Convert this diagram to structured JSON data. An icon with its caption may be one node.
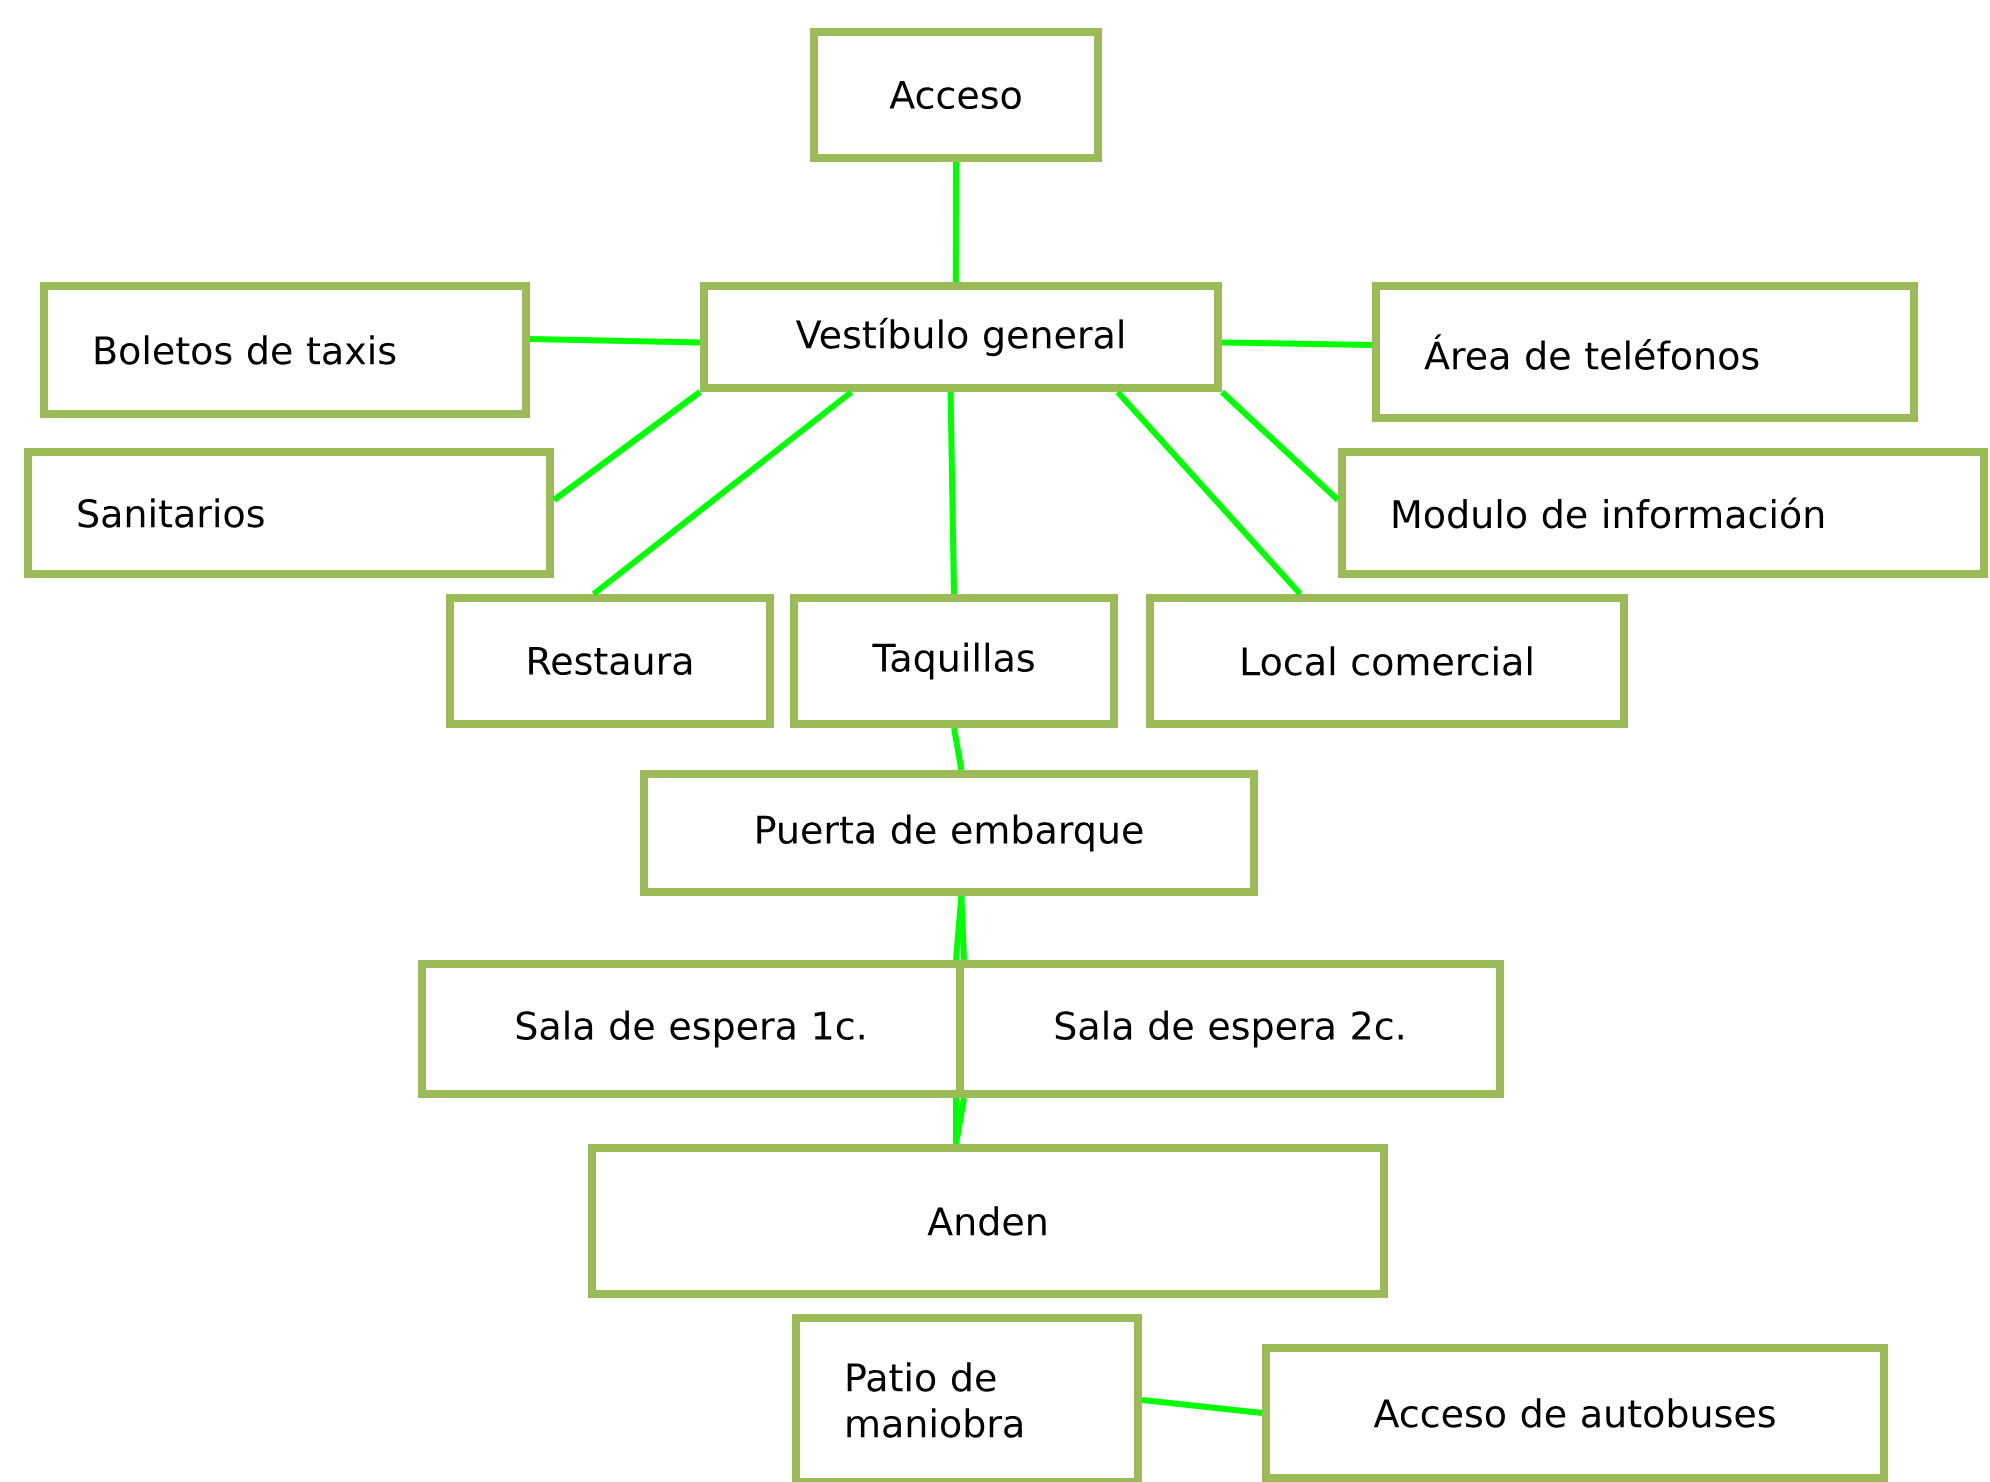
{
  "diagram": {
    "nodes": [
      {
        "text": [
          "Acceso"
        ]
      },
      {
        "text": [
          "Vestíbulo general"
        ]
      },
      {
        "text": [
          "Boletos de taxis"
        ]
      },
      {
        "text": [
          "Área de teléfonos"
        ]
      },
      {
        "text": [
          "Sanitarios"
        ]
      },
      {
        "text": [
          "Modulo de información"
        ]
      },
      {
        "text": [
          "Restaura"
        ]
      },
      {
        "text": [
          "Taquillas"
        ]
      },
      {
        "text": [
          "Local comercial"
        ]
      },
      {
        "text": [
          "Puerta de embarque"
        ]
      },
      {
        "text": [
          "Sala de espera 1c."
        ]
      },
      {
        "text": [
          "Sala de espera 2c."
        ]
      },
      {
        "text": [
          "Anden"
        ]
      },
      {
        "text": [
          "Patio de maniobra"
        ]
      },
      {
        "text": [
          "Acceso de autobuses"
        ]
      }
    ],
    "edges": [
      {
        "from": 0,
        "to": 1,
        "arrow": "none"
      },
      {
        "from": 1,
        "to": 2,
        "arrow": "none"
      },
      {
        "from": 1,
        "to": 4,
        "arrow": "none"
      },
      {
        "from": 1,
        "to": 6,
        "arrow": "none"
      },
      {
        "from": 1,
        "to": 7,
        "arrow": "none"
      },
      {
        "from": 1,
        "to": 8,
        "arrow": "none"
      },
      {
        "from": 1,
        "to": 3,
        "arrow": "none"
      },
      {
        "from": 1,
        "to": 5,
        "arrow": "none"
      },
      {
        "from": 7,
        "to": 9,
        "arrow": "none"
      },
      {
        "from": 9,
        "to": 10,
        "arrow": "none"
      },
      {
        "from": 9,
        "to": 11,
        "arrow": "none"
      },
      {
        "from": 10,
        "to": 12,
        "arrow": "none"
      },
      {
        "from": 11,
        "to": 12,
        "arrow": "none"
      },
      {
        "from": 13,
        "to": 14,
        "arrow": "none"
      }
    ]
  }
}
